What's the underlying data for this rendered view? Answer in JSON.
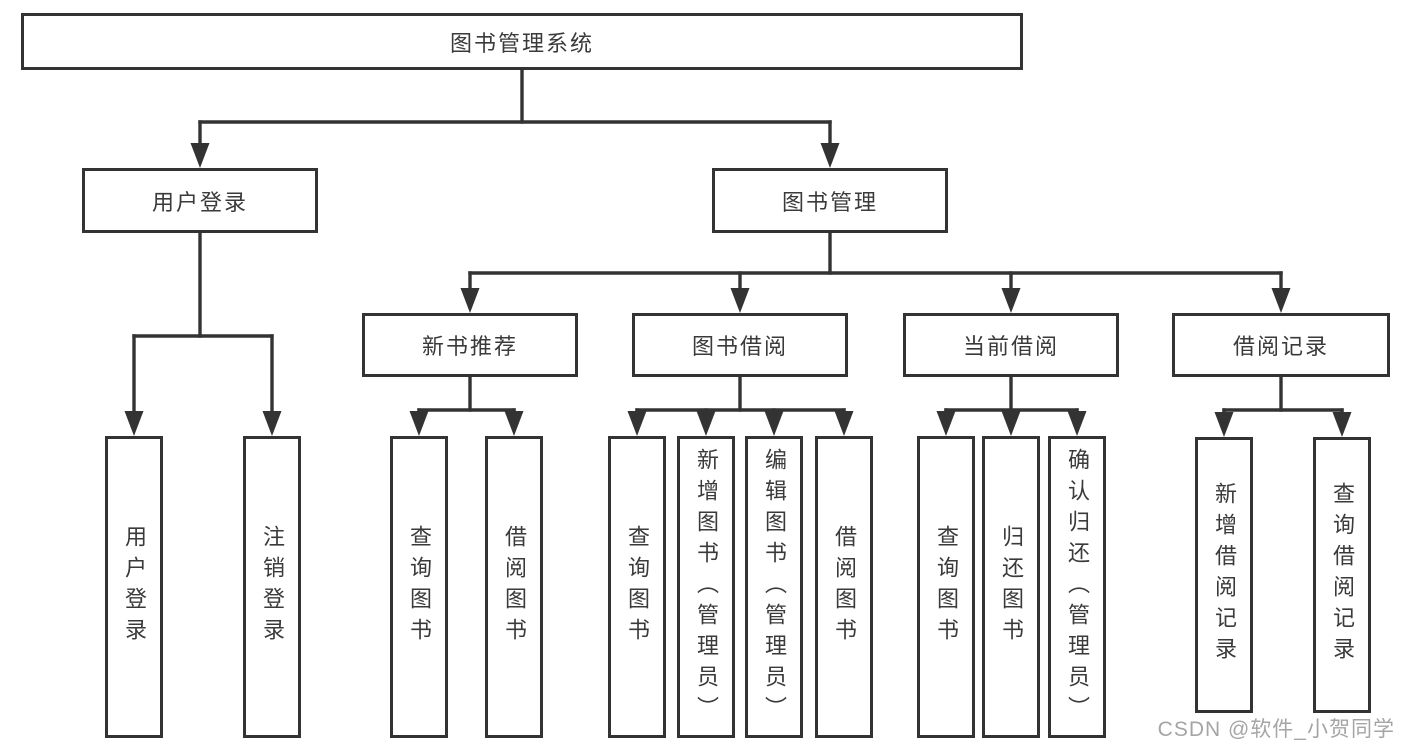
{
  "colors": {
    "line": "#333333",
    "box_border": "#333333",
    "text": "#3a3a3a",
    "watermark": "#a5a5a5",
    "background": "#ffffff"
  },
  "diagram": {
    "root": {
      "label": "图书管理系统"
    },
    "branches": [
      {
        "label": "用户登录",
        "leaves": [
          "用户登录",
          "注销登录"
        ]
      },
      {
        "label": "图书管理",
        "children": [
          {
            "label": "新书推荐",
            "leaves": [
              "查询图书",
              "借阅图书"
            ]
          },
          {
            "label": "图书借阅",
            "leaves": [
              "查询图书",
              "新增图书（管理员）",
              "编辑图书（管理员）",
              "借阅图书"
            ]
          },
          {
            "label": "当前借阅",
            "leaves": [
              "查询图书",
              "归还图书",
              "确认归还（管理员）"
            ]
          },
          {
            "label": "借阅记录",
            "leaves": [
              "新增借阅记录",
              "查询借阅记录"
            ]
          }
        ]
      }
    ]
  },
  "watermark": {
    "text": "CSDN @软件_小贺同学"
  }
}
